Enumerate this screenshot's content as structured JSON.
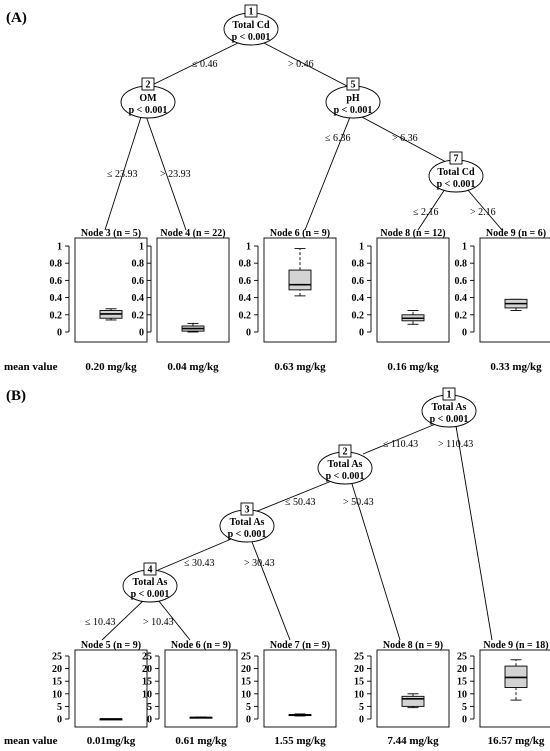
{
  "panels": [
    {
      "label": "(A)",
      "inner_nodes": [
        {
          "id": "1",
          "var": "Total Cd",
          "p": "p < 0.001"
        },
        {
          "id": "2",
          "var": "OM",
          "p": "p < 0.001"
        },
        {
          "id": "5",
          "var": "pH",
          "p": "p < 0.001"
        },
        {
          "id": "7",
          "var": "Total Cd",
          "p": "p < 0.001"
        }
      ],
      "edge_labels": [
        "≤  0.46",
        ">  0.46",
        "≤  23.93",
        ">  23.93",
        "≤  6.36",
        ">  6.36",
        "≤  2.16",
        ">  2.16"
      ],
      "y_ticks": [
        "1",
        "0.8",
        "0.6",
        "0.4",
        "0.2",
        "0"
      ],
      "ylim": [
        0,
        1
      ],
      "terminals": [
        {
          "title": "Node 3 (n = 5)",
          "box": {
            "min": 0.14,
            "q1": 0.16,
            "median": 0.21,
            "q3": 0.25,
            "max": 0.27
          },
          "mean": "0.20 mg/kg"
        },
        {
          "title": "Node 4 (n = 22)",
          "box": {
            "min": 0.0,
            "q1": 0.01,
            "median": 0.04,
            "q3": 0.07,
            "max": 0.1
          },
          "mean": "0.04 mg/kg"
        },
        {
          "title": "Node 6 (n = 9)",
          "box": {
            "min": 0.42,
            "q1": 0.49,
            "median": 0.55,
            "q3": 0.72,
            "max": 0.97
          },
          "mean": "0.63 mg/kg"
        },
        {
          "title": "Node 8 (n = 12)",
          "box": {
            "min": 0.09,
            "q1": 0.13,
            "median": 0.16,
            "q3": 0.2,
            "max": 0.25
          },
          "mean": "0.16 mg/kg"
        },
        {
          "title": "Node 9 (n = 6)",
          "box": {
            "min": 0.25,
            "q1": 0.28,
            "median": 0.33,
            "q3": 0.38,
            "max": 0.38
          },
          "mean": "0.33 mg/kg"
        }
      ],
      "mean_label": "mean value"
    },
    {
      "label": "(B)",
      "inner_nodes": [
        {
          "id": "1",
          "var": "Total As",
          "p": "p < 0.001"
        },
        {
          "id": "2",
          "var": "Total As",
          "p": "p < 0.001"
        },
        {
          "id": "3",
          "var": "Total As",
          "p": "p < 0.001"
        },
        {
          "id": "4",
          "var": "Total As",
          "p": "p < 0.001"
        }
      ],
      "edge_labels": [
        "≤  110.43",
        ">  110.43",
        "≤  50.43",
        ">  50.43",
        "≤  30.43",
        ">  30.43",
        "≤  10.43",
        ">  10.43"
      ],
      "y_ticks": [
        "25",
        "20",
        "15",
        "10",
        "5",
        "0"
      ],
      "ylim": [
        0,
        25
      ],
      "terminals": [
        {
          "title": "Node 5 (n = 9)",
          "box": {
            "min": 0.0,
            "q1": 0.0,
            "median": 0.01,
            "q3": 0.02,
            "max": 0.03
          },
          "mean": "0.01mg/kg"
        },
        {
          "title": "Node 6 (n = 9)",
          "box": {
            "min": 0.4,
            "q1": 0.5,
            "median": 0.6,
            "q3": 0.7,
            "max": 0.8
          },
          "mean": "0.61 mg/kg"
        },
        {
          "title": "Node 7 (n = 9)",
          "box": {
            "min": 1.2,
            "q1": 1.35,
            "median": 1.55,
            "q3": 1.8,
            "max": 2.0
          },
          "mean": "1.55 mg/kg"
        },
        {
          "title": "Node 8 (n = 9)",
          "box": {
            "min": 4.5,
            "q1": 5.0,
            "median": 8.0,
            "q3": 9.0,
            "max": 10.0
          },
          "mean": "7.44 mg/kg"
        },
        {
          "title": "Node 9 (n = 18)",
          "box": {
            "min": 7.5,
            "q1": 12.5,
            "median": 16.5,
            "q3": 21.0,
            "max": 23.5
          },
          "mean": "16.57 mg/kg"
        }
      ],
      "mean_label": "mean value"
    }
  ],
  "colors": {
    "box_fill": "#d3d3d3",
    "stroke": "#000000"
  }
}
